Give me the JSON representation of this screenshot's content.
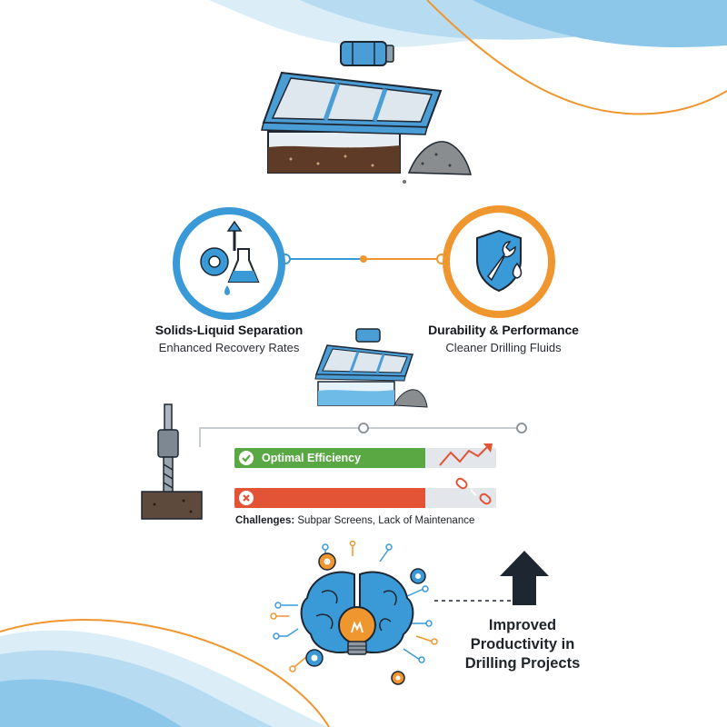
{
  "features": {
    "separation": {
      "title": "Solids-Liquid Separation",
      "subtitle": "Enhanced Recovery Rates"
    },
    "durability": {
      "title": "Durability & Performance",
      "subtitle": "Cleaner Drilling Fluids"
    }
  },
  "status_bars": [
    {
      "label": "Optimal Efficiency",
      "status": "success",
      "icon": "check-icon",
      "color": "#5aa844",
      "fill": 0.73
    },
    {
      "label": "",
      "status": "failure",
      "icon": "cross-icon",
      "color": "#e35336",
      "fill": 0.73
    }
  ],
  "challenges": {
    "prefix": "Challenges:",
    "text": " Subpar Screens, Lack of Maintenance"
  },
  "result": {
    "line1": "Improved",
    "line2": "Productivity in",
    "line3": "Drilling Projects"
  },
  "colors": {
    "blue": "#3a9ad8",
    "orange": "#f0962e",
    "dark": "#1d2631",
    "green": "#5aa844",
    "red": "#e35336"
  }
}
